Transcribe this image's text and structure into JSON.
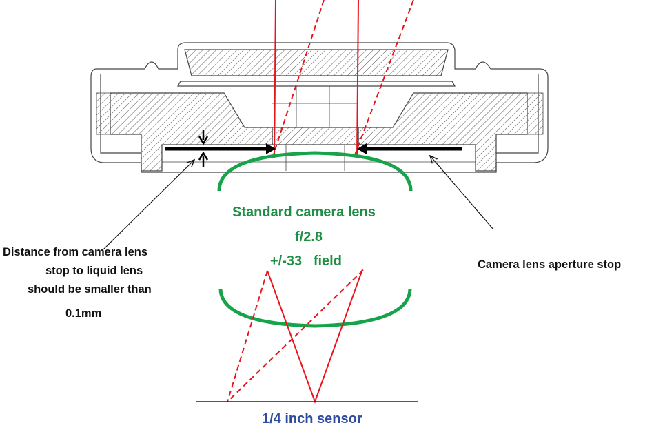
{
  "labels": {
    "lens_name": "Standard camera lens",
    "f_number": "f/2.8",
    "field": "+/-33   field",
    "distance_note": [
      "Distance from camera lens",
      "stop to liquid lens",
      "should be smaller than",
      "0.1mm"
    ],
    "aperture_stop": "Camera lens aperture stop",
    "sensor": "1/4 inch sensor"
  },
  "colors": {
    "ray": "#e8141c",
    "lens": "#16a34a",
    "text_green": "#1f8f45",
    "text_blue": "#2f4b9c"
  }
}
